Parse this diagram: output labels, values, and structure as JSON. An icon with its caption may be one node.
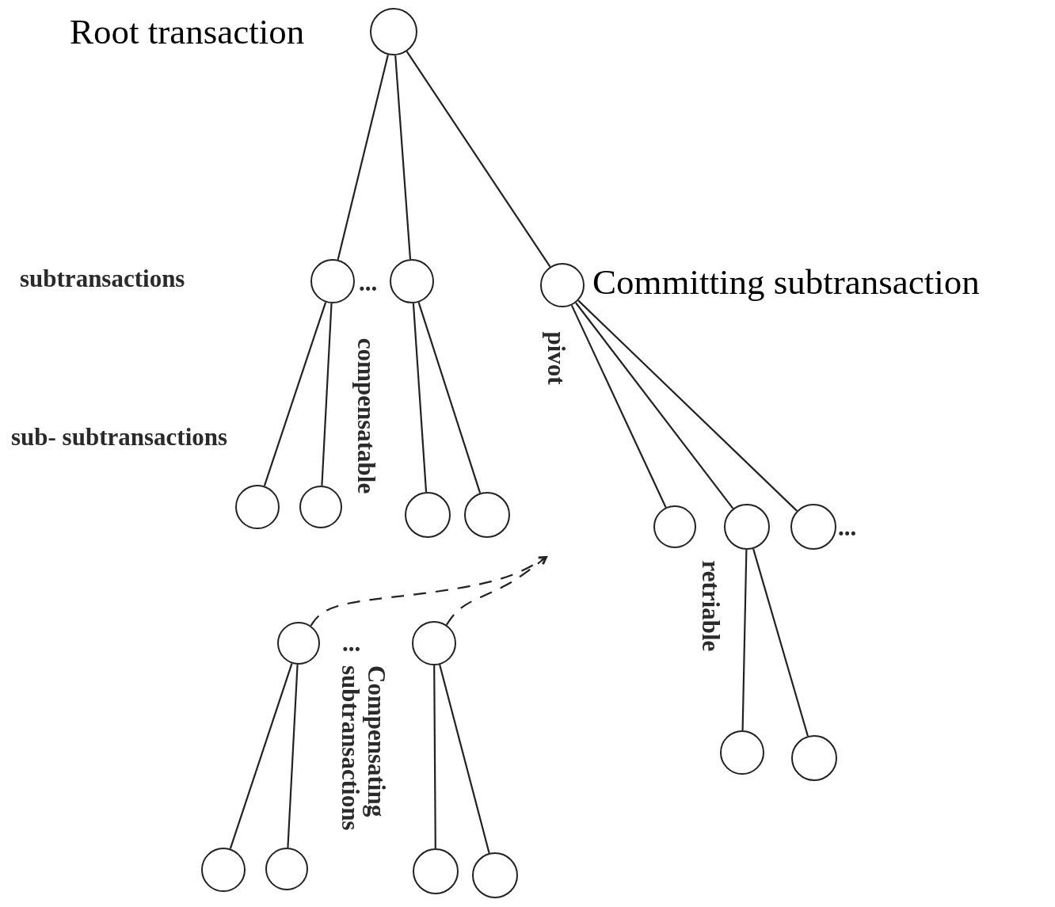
{
  "diagram": {
    "nodes": [
      {
        "text": [],
        "shape": "circle",
        "beside": [
          "Root transaction"
        ]
      },
      {
        "text": [],
        "shape": "circle"
      },
      {
        "text": [],
        "shape": "circle"
      },
      {
        "text": [],
        "shape": "circle",
        "beside": [
          "Committing subtransaction"
        ]
      },
      {
        "text": [],
        "shape": "circle"
      },
      {
        "text": [],
        "shape": "circle"
      },
      {
        "text": [],
        "shape": "circle"
      },
      {
        "text": [],
        "shape": "circle"
      },
      {
        "text": [],
        "shape": "circle"
      },
      {
        "text": [],
        "shape": "circle"
      },
      {
        "text": [],
        "shape": "circle"
      },
      {
        "text": [],
        "shape": "circle"
      },
      {
        "text": [],
        "shape": "circle"
      },
      {
        "text": [],
        "shape": "circle"
      },
      {
        "text": [],
        "shape": "circle"
      },
      {
        "text": [],
        "shape": "circle"
      },
      {
        "text": [],
        "shape": "circle"
      },
      {
        "text": [],
        "shape": "circle"
      },
      {
        "text": [],
        "shape": "circle"
      }
    ],
    "edges": [
      {
        "from": 0,
        "to": 1,
        "arrow": "none"
      },
      {
        "from": 0,
        "to": 2,
        "arrow": "none"
      },
      {
        "from": 0,
        "to": 3,
        "arrow": "none"
      },
      {
        "from": 1,
        "to": 4,
        "arrow": "none"
      },
      {
        "from": 1,
        "to": 5,
        "arrow": "none"
      },
      {
        "from": 2,
        "to": 6,
        "arrow": "none"
      },
      {
        "from": 2,
        "to": 7,
        "arrow": "none"
      },
      {
        "from": 3,
        "to": 8,
        "arrow": "none"
      },
      {
        "from": 3,
        "to": 9,
        "arrow": "none"
      },
      {
        "from": 3,
        "to": 10,
        "arrow": "none"
      },
      {
        "from": 9,
        "to": 13,
        "arrow": "none"
      },
      {
        "from": 9,
        "to": 14,
        "arrow": "none"
      },
      {
        "from": 11,
        "to": 15,
        "arrow": "none"
      },
      {
        "from": 11,
        "to": 16,
        "arrow": "none"
      },
      {
        "from": 12,
        "to": 17,
        "arrow": "none"
      },
      {
        "from": 12,
        "to": 18,
        "arrow": "none"
      },
      {
        "from": 11,
        "to": null,
        "arrow": "to",
        "style": "dashed"
      },
      {
        "from": 12,
        "to": null,
        "arrow": "to",
        "style": "dashed"
      }
    ],
    "labels": [
      "subtransactions",
      "...",
      "compensatable",
      "pivot",
      "sub- subtransactions",
      "...",
      "retriable",
      "...",
      "Compensating subtransactions"
    ]
  }
}
